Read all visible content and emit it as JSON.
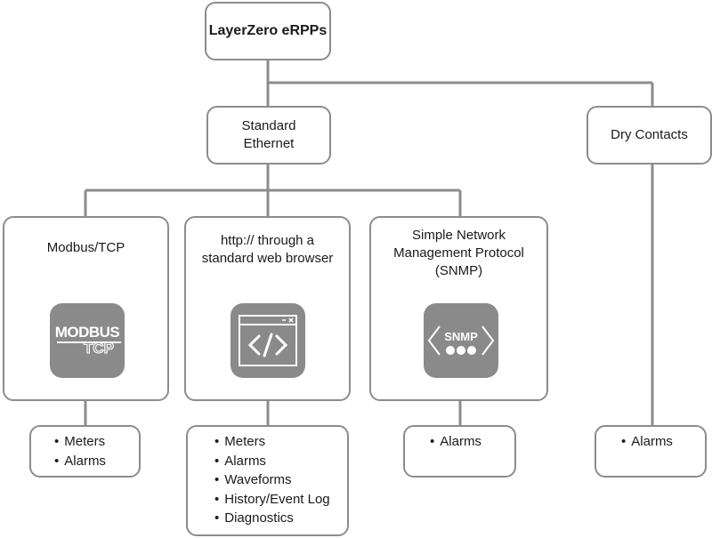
{
  "root": {
    "label": "LayerZero eRPPs"
  },
  "ethernet": {
    "line1": "Standard",
    "line2": "Ethernet"
  },
  "dry_contacts": {
    "label": "Dry Contacts"
  },
  "protocols": {
    "modbus": {
      "title": "Modbus/TCP",
      "icon": "modbus-tcp-icon",
      "icon_text_top": "MODBUS",
      "icon_text_bottom": "TCP",
      "items": [
        "Meters",
        "Alarms"
      ]
    },
    "http": {
      "title_line1": "http:// through a",
      "title_line2": "standard web browser",
      "icon": "web-code-icon",
      "items": [
        "Meters",
        "Alarms",
        "Waveforms",
        "History/Event Log",
        "Diagnostics"
      ]
    },
    "snmp": {
      "title_line1": "Simple Network",
      "title_line2": "Management Protocol",
      "title_line3": "(SNMP)",
      "icon": "snmp-icon",
      "icon_text": "SNMP",
      "items": [
        "Alarms"
      ]
    }
  },
  "dry_contacts_items": [
    "Alarms"
  ],
  "colors": {
    "border": "#8c8c8c",
    "icon_tile": "#8a8a8a",
    "connector": "#8c8c8c"
  }
}
